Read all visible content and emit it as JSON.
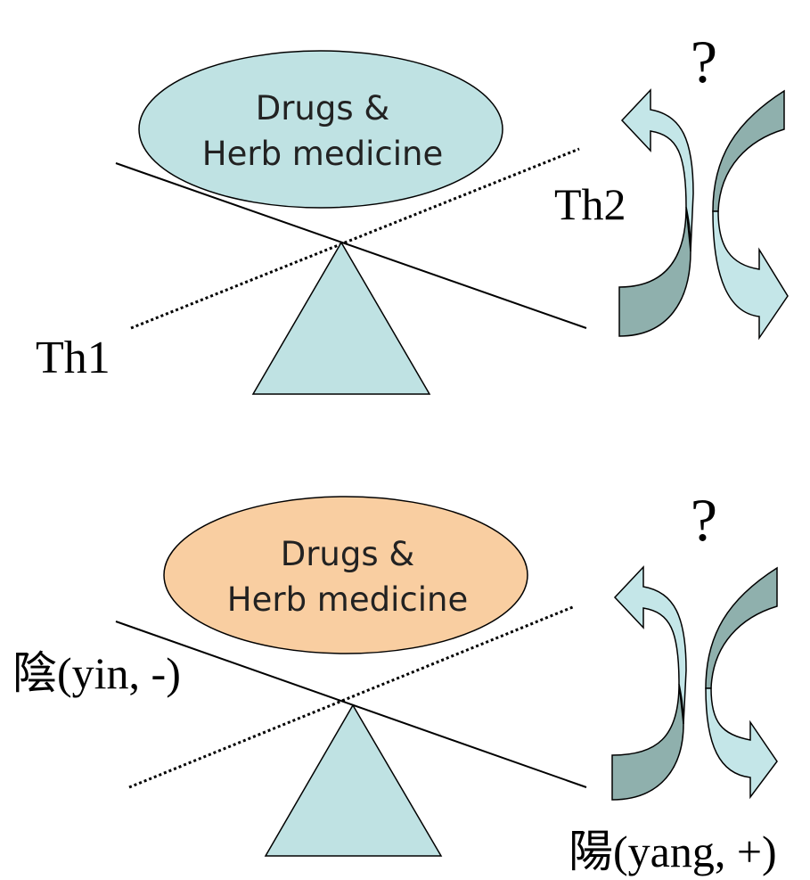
{
  "panels": [
    {
      "ellipse_label_line1": "Drugs &",
      "ellipse_label_line2": "Herb medicine",
      "ellipse_color": "#bfe2e3",
      "left_label": "Th1",
      "right_label": "Th2",
      "question": "?"
    },
    {
      "ellipse_label_line1": "Drugs &",
      "ellipse_label_line2": "Herb medicine",
      "ellipse_color": "#f9cea1",
      "left_label": "陰(yin, -)",
      "right_label": "陽(yang, +)",
      "question": "?"
    }
  ],
  "colors": {
    "triangle": "#bfe2e3",
    "arrow_light": "#c4e6e8",
    "arrow_dark": "#8fb0ad",
    "outline": "#000000"
  }
}
